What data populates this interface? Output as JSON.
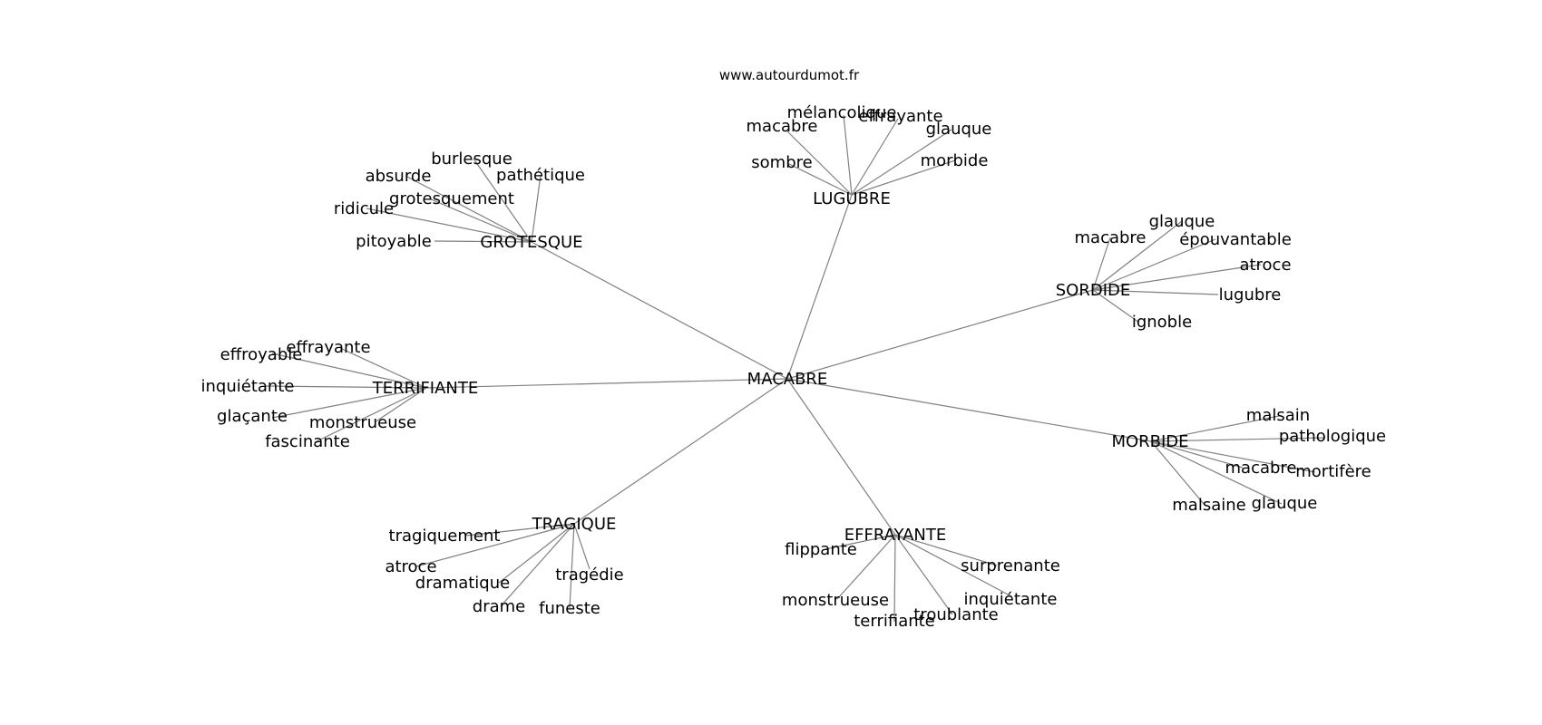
{
  "source_label": "www.autourdumot.fr",
  "colors": {
    "edge": "#808080",
    "text": "#000000",
    "background": "#ffffff"
  },
  "center": "MACABRE",
  "clusters": [
    {
      "hub": "LUGUBRE",
      "leaves": [
        "mélancolique",
        "effrayante",
        "macabre",
        "glauque",
        "sombre",
        "morbide"
      ]
    },
    {
      "hub": "GROTESQUE",
      "leaves": [
        "burlesque",
        "absurde",
        "pathétique",
        "grotesquement",
        "ridicule",
        "pitoyable"
      ]
    },
    {
      "hub": "SORDIDE",
      "leaves": [
        "glauque",
        "macabre",
        "épouvantable",
        "atroce",
        "lugubre",
        "ignoble"
      ]
    },
    {
      "hub": "TERRIFIANTE",
      "leaves": [
        "effrayante",
        "effroyable",
        "inquiétante",
        "glaçante",
        "monstrueuse",
        "fascinante"
      ]
    },
    {
      "hub": "MORBIDE",
      "leaves": [
        "malsain",
        "pathologique",
        "macabre",
        "mortifère",
        "malsaine",
        "glauque"
      ]
    },
    {
      "hub": "TRAGIQUE",
      "leaves": [
        "tragiquement",
        "atroce",
        "tragédie",
        "dramatique",
        "drame",
        "funeste"
      ]
    },
    {
      "hub": "EFFRAYANTE",
      "leaves": [
        "flippante",
        "surprenante",
        "monstrueuse",
        "inquiétante",
        "troublante",
        "terrifiante"
      ]
    }
  ]
}
